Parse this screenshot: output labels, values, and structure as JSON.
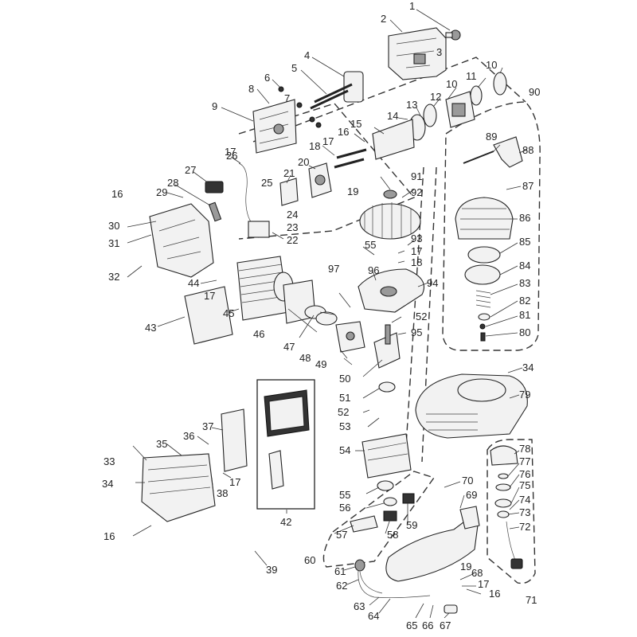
{
  "diagram": {
    "callouts": [
      {
        "id": "c1",
        "text": "1"
      },
      {
        "id": "c2",
        "text": "2"
      },
      {
        "id": "c3",
        "text": "3"
      },
      {
        "id": "c4",
        "text": "4"
      },
      {
        "id": "c5",
        "text": "5"
      },
      {
        "id": "c6",
        "text": "6"
      },
      {
        "id": "c7",
        "text": "7"
      },
      {
        "id": "c8",
        "text": "8"
      },
      {
        "id": "c9",
        "text": "9"
      },
      {
        "id": "c10a",
        "text": "10"
      },
      {
        "id": "c10b",
        "text": "10"
      },
      {
        "id": "c11",
        "text": "11"
      },
      {
        "id": "c12",
        "text": "12"
      },
      {
        "id": "c13",
        "text": "13"
      },
      {
        "id": "c14",
        "text": "14"
      },
      {
        "id": "c15",
        "text": "15"
      },
      {
        "id": "c16a",
        "text": "16"
      },
      {
        "id": "c16b",
        "text": "16"
      },
      {
        "id": "c16c",
        "text": "16"
      },
      {
        "id": "c16d",
        "text": "16"
      },
      {
        "id": "c17a",
        "text": "17"
      },
      {
        "id": "c17b",
        "text": "17"
      },
      {
        "id": "c17c",
        "text": "17"
      },
      {
        "id": "c17d",
        "text": "17"
      },
      {
        "id": "c17e",
        "text": "17"
      },
      {
        "id": "c17f",
        "text": "17"
      },
      {
        "id": "c18a",
        "text": "18"
      },
      {
        "id": "c18b",
        "text": "18"
      },
      {
        "id": "c19a",
        "text": "19"
      },
      {
        "id": "c19b",
        "text": "19"
      },
      {
        "id": "c20",
        "text": "20"
      },
      {
        "id": "c21",
        "text": "21"
      },
      {
        "id": "c22",
        "text": "22"
      },
      {
        "id": "c23",
        "text": "23"
      },
      {
        "id": "c24",
        "text": "24"
      },
      {
        "id": "c25",
        "text": "25"
      },
      {
        "id": "c26",
        "text": "26"
      },
      {
        "id": "c27",
        "text": "27"
      },
      {
        "id": "c28",
        "text": "28"
      },
      {
        "id": "c29",
        "text": "29"
      },
      {
        "id": "c30",
        "text": "30"
      },
      {
        "id": "c31",
        "text": "31"
      },
      {
        "id": "c32",
        "text": "32"
      },
      {
        "id": "c33",
        "text": "33"
      },
      {
        "id": "c34a",
        "text": "34"
      },
      {
        "id": "c34b",
        "text": "34"
      },
      {
        "id": "c35",
        "text": "35"
      },
      {
        "id": "c36",
        "text": "36"
      },
      {
        "id": "c37",
        "text": "37"
      },
      {
        "id": "c38",
        "text": "38"
      },
      {
        "id": "c39",
        "text": "39"
      },
      {
        "id": "c42",
        "text": "42"
      },
      {
        "id": "c43",
        "text": "43"
      },
      {
        "id": "c44",
        "text": "44"
      },
      {
        "id": "c45",
        "text": "45"
      },
      {
        "id": "c46",
        "text": "46"
      },
      {
        "id": "c47",
        "text": "47"
      },
      {
        "id": "c48",
        "text": "48"
      },
      {
        "id": "c49",
        "text": "49"
      },
      {
        "id": "c50",
        "text": "50"
      },
      {
        "id": "c51",
        "text": "51"
      },
      {
        "id": "c52a",
        "text": "52"
      },
      {
        "id": "c52b",
        "text": "52"
      },
      {
        "id": "c53",
        "text": "53"
      },
      {
        "id": "c54",
        "text": "54"
      },
      {
        "id": "c55a",
        "text": "55"
      },
      {
        "id": "c55b",
        "text": "55"
      },
      {
        "id": "c56",
        "text": "56"
      },
      {
        "id": "c57",
        "text": "57"
      },
      {
        "id": "c58",
        "text": "58"
      },
      {
        "id": "c59",
        "text": "59"
      },
      {
        "id": "c60",
        "text": "60"
      },
      {
        "id": "c61",
        "text": "61"
      },
      {
        "id": "c62",
        "text": "62"
      },
      {
        "id": "c63",
        "text": "63"
      },
      {
        "id": "c64",
        "text": "64"
      },
      {
        "id": "c65",
        "text": "65"
      },
      {
        "id": "c66",
        "text": "66"
      },
      {
        "id": "c67",
        "text": "67"
      },
      {
        "id": "c68",
        "text": "68"
      },
      {
        "id": "c69",
        "text": "69"
      },
      {
        "id": "c70",
        "text": "70"
      },
      {
        "id": "c71",
        "text": "71"
      },
      {
        "id": "c72",
        "text": "72"
      },
      {
        "id": "c73",
        "text": "73"
      },
      {
        "id": "c74",
        "text": "74"
      },
      {
        "id": "c75",
        "text": "75"
      },
      {
        "id": "c76",
        "text": "76"
      },
      {
        "id": "c77",
        "text": "77"
      },
      {
        "id": "c78",
        "text": "78"
      },
      {
        "id": "c79",
        "text": "79"
      },
      {
        "id": "c80",
        "text": "80"
      },
      {
        "id": "c81",
        "text": "81"
      },
      {
        "id": "c82",
        "text": "82"
      },
      {
        "id": "c83",
        "text": "83"
      },
      {
        "id": "c84",
        "text": "84"
      },
      {
        "id": "c85",
        "text": "85"
      },
      {
        "id": "c86",
        "text": "86"
      },
      {
        "id": "c87",
        "text": "87"
      },
      {
        "id": "c88",
        "text": "88"
      },
      {
        "id": "c89",
        "text": "89"
      },
      {
        "id": "c90",
        "text": "90"
      },
      {
        "id": "c91",
        "text": "91"
      },
      {
        "id": "c92",
        "text": "92"
      },
      {
        "id": "c93",
        "text": "93"
      },
      {
        "id": "c94",
        "text": "94"
      },
      {
        "id": "c95",
        "text": "95"
      },
      {
        "id": "c96",
        "text": "96"
      },
      {
        "id": "c97",
        "text": "97"
      }
    ]
  }
}
